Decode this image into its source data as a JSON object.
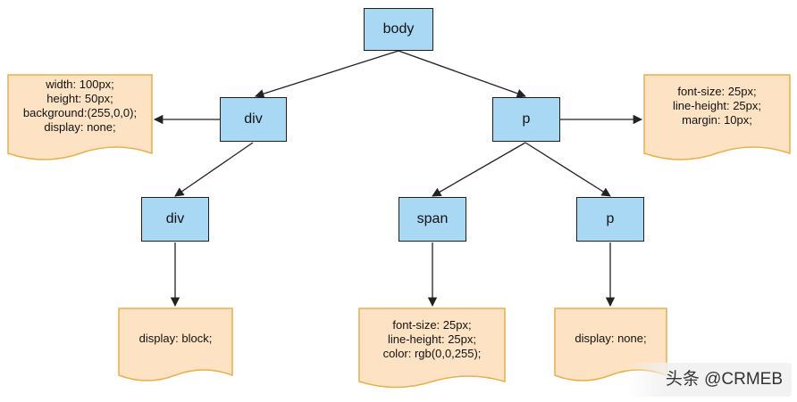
{
  "nodes": {
    "body": "body",
    "div_top": "div",
    "p_top": "p",
    "div_child": "div",
    "span_child": "span",
    "p_child": "p"
  },
  "notes": {
    "div_top": [
      "width: 100px;",
      "height: 50px;",
      "background:(255,0,0);",
      "display: none;"
    ],
    "p_top": [
      "font-size: 25px;",
      "line-height: 25px;",
      "margin: 10px;"
    ],
    "div_child": [
      "display: block;"
    ],
    "span_child": [
      "font-size: 25px;",
      "line-height: 25px;",
      "color: rgb(0,0,255);"
    ],
    "p_child": [
      "display: none;"
    ]
  },
  "watermark": "头条 @CRMEB",
  "colors": {
    "node_fill": "#a9d8f5",
    "note_fill": "#fde3c3",
    "note_stroke": "#e7b04a",
    "line": "#222222"
  }
}
